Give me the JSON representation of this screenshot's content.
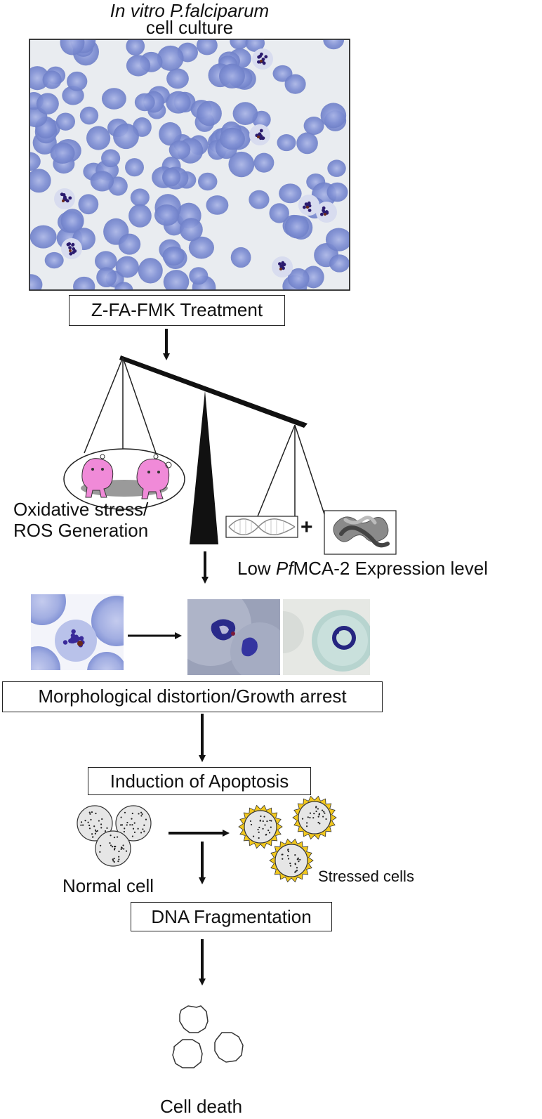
{
  "title": {
    "line1": "In vitro P.falciparum",
    "line2": "cell culture"
  },
  "steps": {
    "treatment": "Z-FA-FMK Treatment",
    "oxidative": {
      "line1": "Oxidative stress/",
      "line2": "ROS Generation"
    },
    "expression": {
      "pre": "Low ",
      "italic": "Pf",
      "post": "MCA-2 Expression level"
    },
    "plus": "+",
    "morphology": "Morphological distortion/Growth arrest",
    "apoptosis": "Induction of Apoptosis",
    "normal_cell": "Normal cell",
    "stressed_cells": "Stressed cells",
    "dna": "DNA Fragmentation",
    "death": "Cell death"
  },
  "colors": {
    "rbc": "#7e8fd3",
    "rbc_dark": "#6070c0",
    "parasite": "#2a1a6e",
    "background_smear": "#e8ebef",
    "ros_pink": "#f08ad8",
    "spike_yellow": "#f2c81d"
  }
}
